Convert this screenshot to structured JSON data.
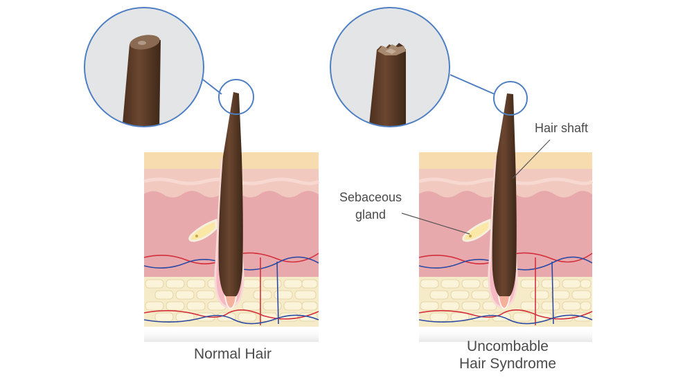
{
  "panels": [
    {
      "caption_lines": [
        "Normal Hair"
      ]
    },
    {
      "caption_lines": [
        "Uncombable",
        "Hair Syndrome"
      ]
    }
  ],
  "labels": {
    "hair_shaft": "Hair shaft",
    "sebaceous_gland_lines": [
      "Sebaceous",
      "gland"
    ]
  },
  "colors": {
    "hair": "#5a3a26",
    "hair_dark": "#3f2818",
    "skin_top": "#f7dcb0",
    "epidermis": "#f1c9bf",
    "dermis": "#e8a9ad",
    "fat": "#f6ebc8",
    "fat_cell": "#fbf4da",
    "artery": "#d42f3c",
    "vein": "#2c4aa3",
    "magnifier_ring": "#4f7fc3",
    "magnifier_bg": "#e4e5e7"
  }
}
